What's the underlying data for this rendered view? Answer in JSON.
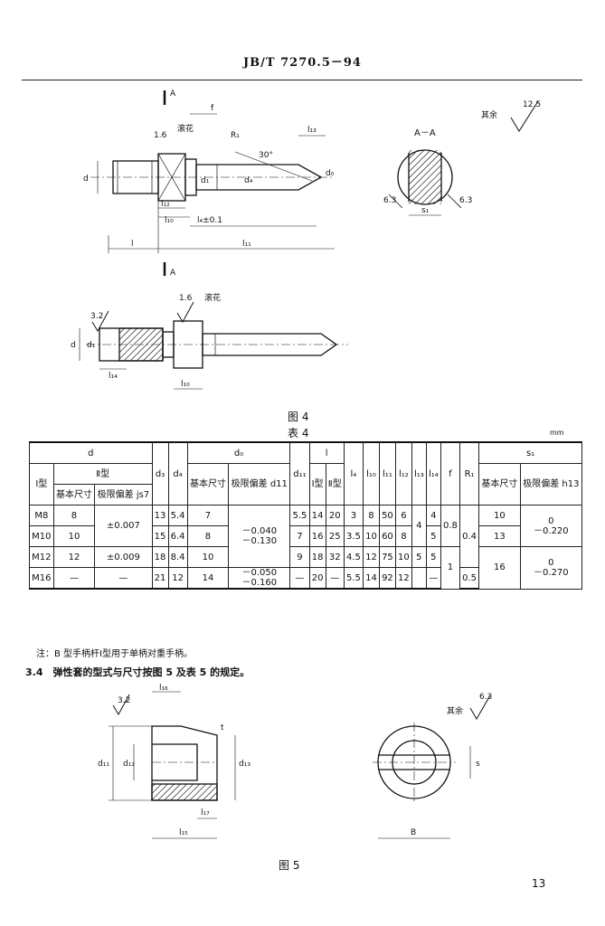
{
  "header": {
    "doc_code": "JB/T 7270.5－94"
  },
  "figure4": {
    "caption": "图 4",
    "section_label": "A",
    "section_title": "A－A",
    "surface_rest_label": "其余",
    "surface_rest_value": "12.5",
    "dims": {
      "f": "f",
      "knurl": "滚花",
      "r1": "R₁",
      "angle": "30°",
      "l13": "l₁₃",
      "ra16": "1.6",
      "d": "d",
      "d1": "d₁",
      "d4": "d₄",
      "d0": "d₀",
      "l12": "l₁₂",
      "l10": "l₁₀",
      "l4": "l₄±0.1",
      "l": "l",
      "l11": "l₁₁",
      "s1": "s₁",
      "ra63a": "6.3",
      "ra63b": "6.3",
      "ra32": "3.2",
      "ra16b": "1.6",
      "knurl2": "滚花",
      "d_b": "d",
      "d1_b": "d₁",
      "l14": "l₁₄",
      "l10_b": "l₁₀"
    }
  },
  "table4": {
    "caption": "表 4",
    "unit": "mm",
    "h1": {
      "d": "d",
      "d0": "d₀",
      "l": "l",
      "l4": "l₄",
      "l10": "l₁₀",
      "l11": "l₁₁",
      "l12": "l₁₂",
      "l13": "l₁₃",
      "l14": "l₁₄",
      "f": "f",
      "r1": "R₁",
      "s1": "s₁"
    },
    "h2": {
      "typeII": "Ⅱ型"
    },
    "h3": {
      "typeI": "Ⅰ型",
      "base_size": "基本尺寸",
      "limit_dev_js7": "极限偏差 js7",
      "d3": "d₃",
      "d4": "d₄",
      "base_size2": "基本尺寸",
      "limit_dev_d11": "极限偏差 d11",
      "d11": "d₁₁",
      "lI": "Ⅰ型",
      "lII": "Ⅱ型",
      "base_size3": "基本尺寸",
      "limit_dev_h13": "极限偏差 h13"
    },
    "rows": [
      {
        "typeI": "M8",
        "base": "8",
        "dev": "±0.007",
        "d3": "13",
        "d4": "5.4",
        "d0base": "7",
        "d0dev": "－0.040\n－0.130",
        "d11": "5.5",
        "lI": "14",
        "lII": "20",
        "l4": "3",
        "l10": "8",
        "l11": "50",
        "l12": "6",
        "l13": "4",
        "l14": "4",
        "f": "0.8",
        "r1": "",
        "s1base": "10",
        "s1dev": "0\n－0.220"
      },
      {
        "typeI": "M10",
        "base": "10",
        "dev": "",
        "d3": "15",
        "d4": "6.4",
        "d0base": "8",
        "d0dev": "",
        "d11": "7",
        "lI": "16",
        "lII": "25",
        "l4": "3.5",
        "l10": "10",
        "l11": "60",
        "l12": "8",
        "l13": "",
        "l14": "5",
        "f": "",
        "r1": "0.4",
        "s1base": "13",
        "s1dev": ""
      },
      {
        "typeI": "M12",
        "base": "12",
        "dev": "±0.009",
        "d3": "18",
        "d4": "8.4",
        "d0base": "10",
        "d0dev": "",
        "d11": "9",
        "lI": "18",
        "lII": "32",
        "l4": "4.5",
        "l10": "12",
        "l11": "75",
        "l12": "10",
        "l13": "5",
        "l14": "5",
        "f": "1",
        "r1": "",
        "s1base": "16",
        "s1dev": "0\n－0.270"
      },
      {
        "typeI": "M16",
        "base": "—",
        "dev": "—",
        "d3": "21",
        "d4": "12",
        "d0base": "14",
        "d0dev": "－0.050\n－0.160",
        "d11": "—",
        "lI": "20",
        "lII": "—",
        "l4": "5.5",
        "l10": "14",
        "l11": "92",
        "l12": "12",
        "l13": "",
        "l14": "—",
        "f": "",
        "r1": "0.5",
        "s1base": "",
        "s1dev": ""
      }
    ]
  },
  "note": "注：B 型手柄杆Ⅰ型用于单柄对重手柄。",
  "section_3_4": "3.4　弹性套的型式与尺寸按图 5 及表 5 的规定。",
  "figure5": {
    "caption": "图 5",
    "surface_rest_label": "其余",
    "surface_rest_value": "6.3",
    "dims": {
      "ra32": "3.2",
      "l16": "l₁₆",
      "d11": "d₁₁",
      "d12": "d₁₂",
      "d13": "d₁₃",
      "l15": "l₁₅",
      "l17": "l₁₇",
      "B": "B",
      "s": "s",
      "t": "t"
    }
  },
  "page_number": "13"
}
